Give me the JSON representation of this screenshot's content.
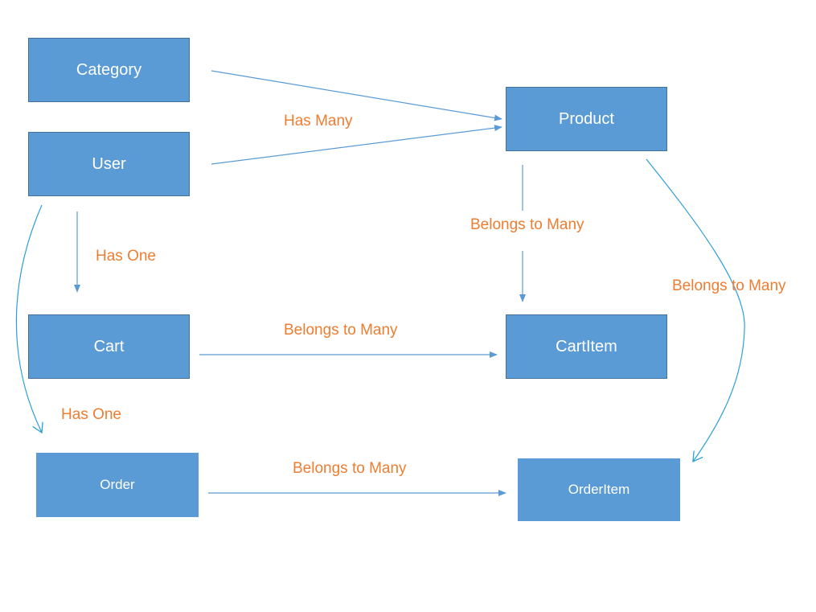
{
  "entities": {
    "category": "Category",
    "user": "User",
    "product": "Product",
    "cart": "Cart",
    "cart_item": "CartItem",
    "order": "Order",
    "order_item": "OrderItem"
  },
  "relationships": {
    "has_many": "Has Many",
    "user_cart": "Has One",
    "product_cartitem": "Belongs to Many",
    "product_orderitem": "Belongs to Many",
    "cart_cartitem": "Belongs to Many",
    "user_order": "Has One",
    "order_orderitem": "Belongs to Many"
  },
  "colors": {
    "box_fill": "#5b9bd5",
    "box_border": "#41719c",
    "connector": "#5b9bd5",
    "curve": "#2e9fd8",
    "label": "#ed7d31"
  }
}
